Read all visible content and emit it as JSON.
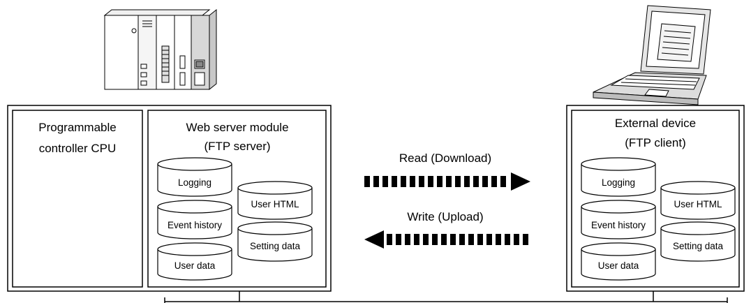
{
  "left_station": {
    "cpu_label": [
      "Programmable",
      "controller CPU"
    ],
    "module_title": [
      "Web server module",
      "(FTP server)"
    ],
    "storage": {
      "logging": "Logging",
      "event_history": "Event history",
      "user_data": "User data",
      "user_html": "User HTML",
      "setting_data": "Setting data"
    }
  },
  "right_station": {
    "device_title": [
      "External device",
      "(FTP client)"
    ],
    "storage": {
      "logging": "Logging",
      "event_history": "Event history",
      "user_data": "User data",
      "user_html": "User HTML",
      "setting_data": "Setting data"
    }
  },
  "transfer": {
    "read_label": "Read (Download)",
    "write_label": "Write (Upload)"
  },
  "icons": {
    "plc": "plc-hardware-icon",
    "laptop": "laptop-computer-icon"
  }
}
